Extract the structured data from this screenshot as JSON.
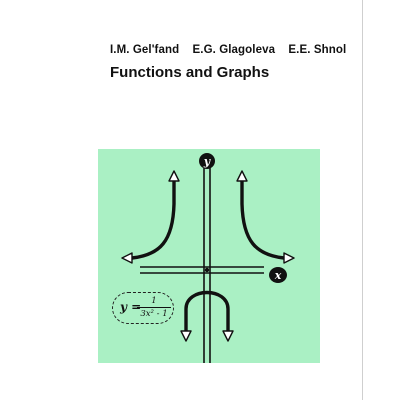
{
  "book": {
    "authors": [
      "I.M. Gel'fand",
      "E.G. Glagoleva",
      "E.E. Shnol"
    ],
    "title": "Functions and Graphs"
  },
  "cover_art": {
    "background_color": "#aaf0c4",
    "axis_y_label": "y",
    "axis_x_label": "x",
    "formula": {
      "lhs": "y =",
      "numerator": "1",
      "denominator": "3x² - 1"
    }
  }
}
